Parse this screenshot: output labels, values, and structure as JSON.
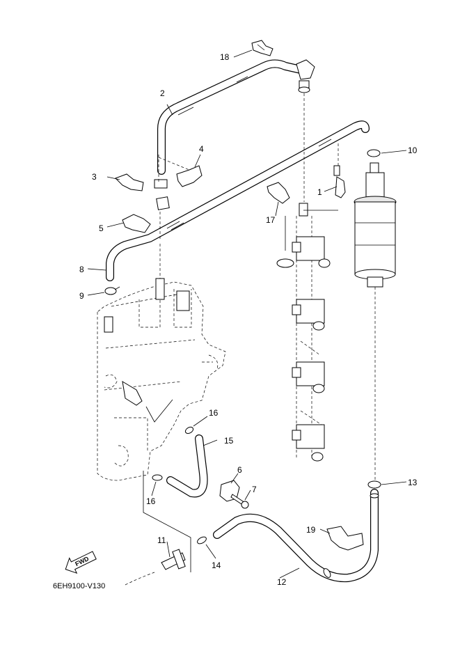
{
  "diagram_code": "6EH9100-V130",
  "direction_label": "FWD",
  "callouts": [
    "1",
    "2",
    "3",
    "4",
    "5",
    "6",
    "7",
    "8",
    "9",
    "10",
    "11",
    "12",
    "13",
    "14",
    "15",
    "16",
    "16",
    "17",
    "18",
    "19"
  ]
}
